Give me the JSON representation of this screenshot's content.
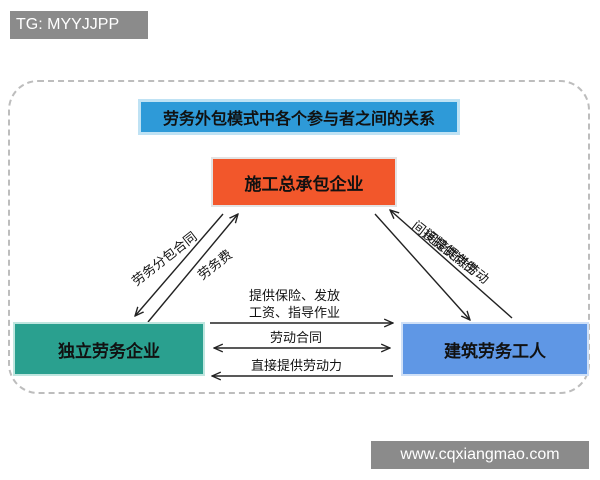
{
  "tag": "TG: MYYJJPP",
  "title": "劳务外包模式中各个参与者之间的关系",
  "nodes": {
    "contractor": "施工总承包企业",
    "labor_company": "独立劳务企业",
    "worker": "建筑劳务工人"
  },
  "edges": {
    "contract_to_company": "劳务分包合同",
    "fee": "劳务费",
    "indirect_job": "间接提供岗位",
    "indirect_labor": "间接提供劳动",
    "insurance_wage": "提供保险、发放",
    "wage_guidance": "工资、指导作业",
    "labor_contract": "劳动合同",
    "direct_labor": "直接提供劳动力"
  },
  "watermark": "www.cqxiangmao.com",
  "colors": {
    "title_bg": "#2e9ad8",
    "contractor_bg": "#f2572b",
    "labor_company_bg": "#2aa08f",
    "worker_bg": "#5f97e5"
  }
}
